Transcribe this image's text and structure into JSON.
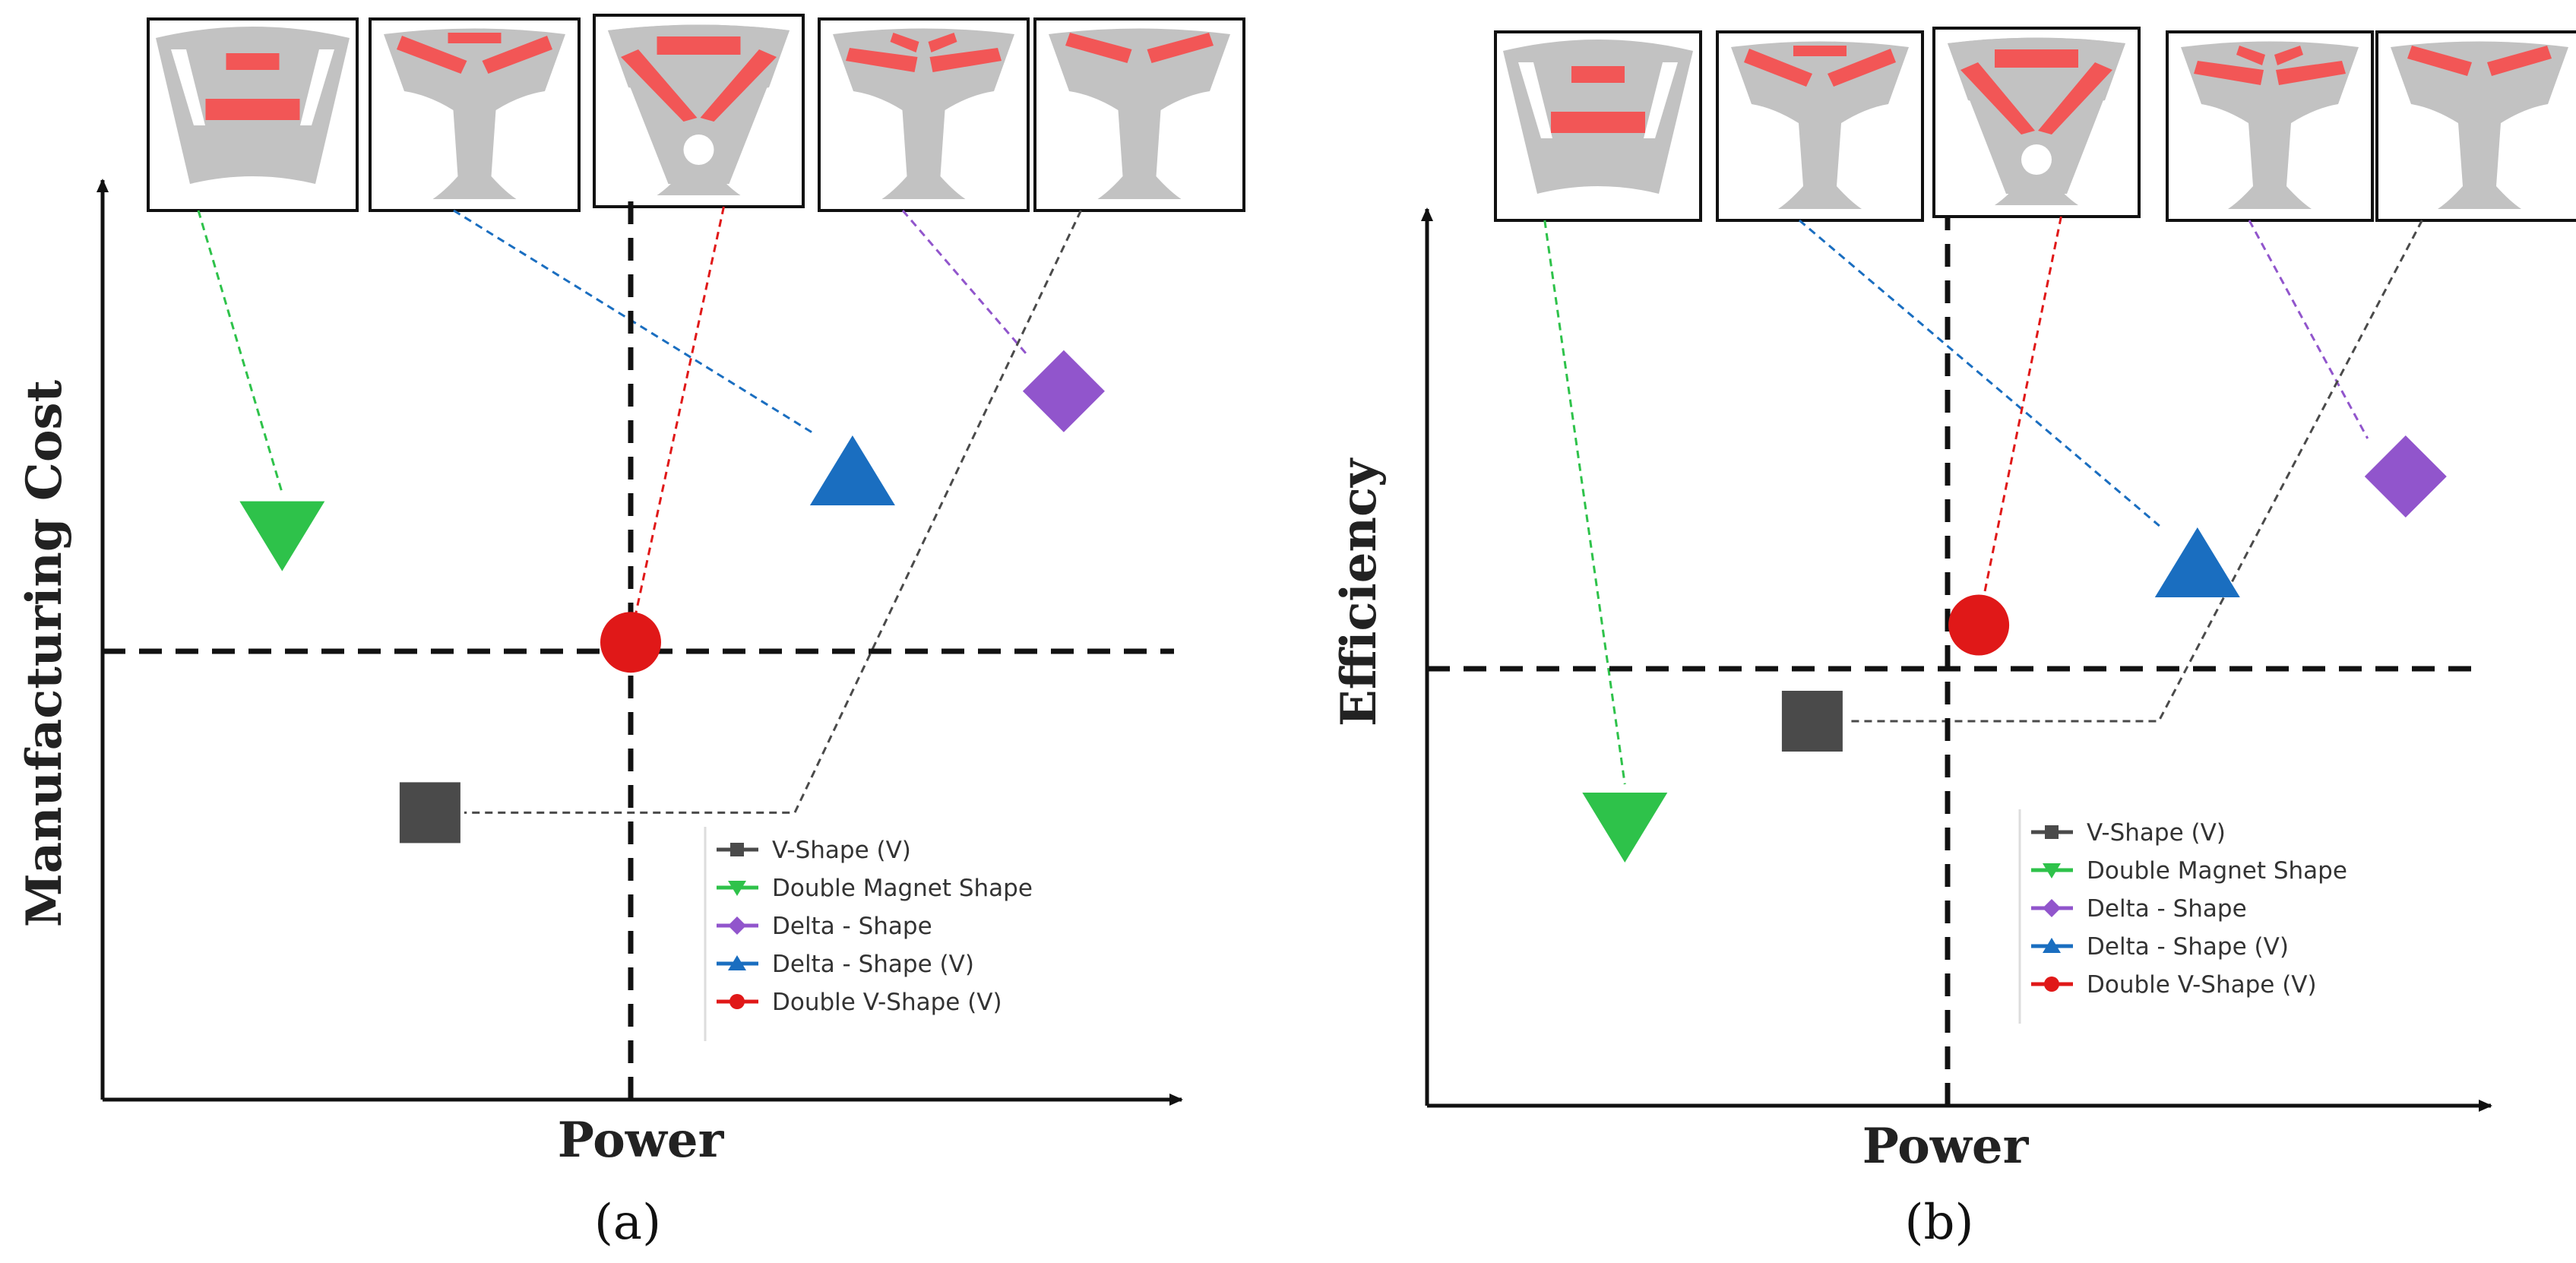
{
  "legend": [
    "V-Shape (V)",
    "Double Magnet Shape",
    "Delta - Shape",
    "Delta - Shape (V)",
    "Double V-Shape (V)"
  ],
  "colors": {
    "v_shape": "#4a4a4a",
    "double_magnet": "#2ec24a",
    "delta": "#9155cc",
    "delta_v": "#1a6ec0",
    "double_v": "#e01818",
    "magnet": "#f25656",
    "lamination": "#c2c2c2"
  },
  "chart_data": [
    {
      "type": "scatter",
      "panel_caption": "(a)",
      "xlabel": "Power",
      "ylabel": "Manufacturing Cost",
      "xlim": [
        0,
        100
      ],
      "ylim": [
        0,
        100
      ],
      "reference_lines": {
        "x": 50,
        "y": 50
      },
      "series": [
        {
          "name": "V-Shape (V)",
          "marker": "square",
          "x": 31,
          "y": 32
        },
        {
          "name": "Double Magnet Shape",
          "marker": "triangle-down",
          "x": 17,
          "y": 63
        },
        {
          "name": "Delta - Shape",
          "marker": "diamond",
          "x": 91,
          "y": 79
        },
        {
          "name": "Delta - Shape (V)",
          "marker": "triangle-up",
          "x": 71,
          "y": 70
        },
        {
          "name": "Double V-Shape (V)",
          "marker": "circle",
          "x": 50,
          "y": 51
        }
      ]
    },
    {
      "type": "scatter",
      "panel_caption": "(b)",
      "xlabel": "Power",
      "ylabel": "Efficiency",
      "xlim": [
        0,
        100
      ],
      "ylim": [
        0,
        100
      ],
      "reference_lines": {
        "x": 50,
        "y": 50
      },
      "series": [
        {
          "name": "V-Shape (V)",
          "marker": "square",
          "x": 37,
          "y": 44
        },
        {
          "name": "Double Magnet Shape",
          "marker": "triangle-down",
          "x": 19,
          "y": 32
        },
        {
          "name": "Delta - Shape",
          "marker": "diamond",
          "x": 94,
          "y": 72
        },
        {
          "name": "Delta - Shape (V)",
          "marker": "triangle-up",
          "x": 74,
          "y": 62
        },
        {
          "name": "Double V-Shape (V)",
          "marker": "circle",
          "x": 53,
          "y": 55
        }
      ]
    }
  ]
}
